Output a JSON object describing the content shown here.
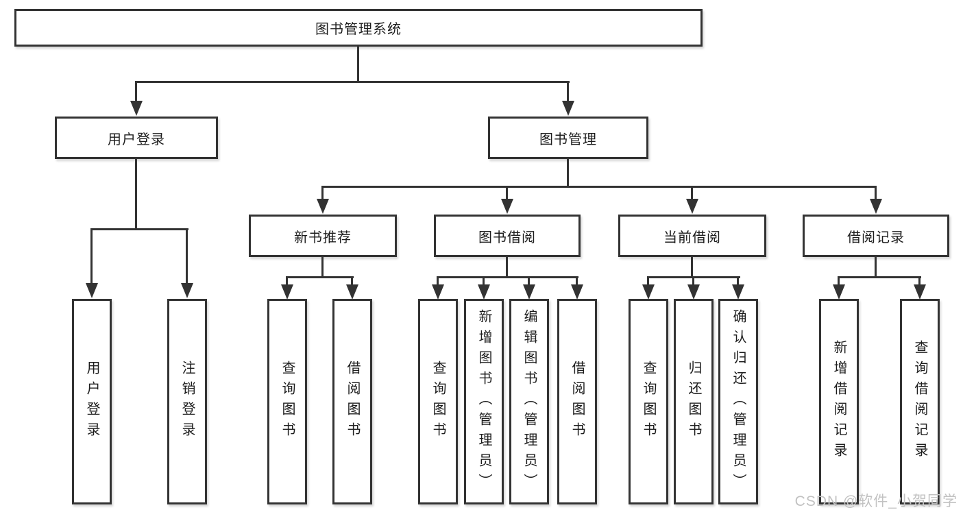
{
  "diagram": {
    "tree": {
      "label": "图书管理系统",
      "children": [
        {
          "label": "用户登录",
          "children": [
            {
              "label": "用户登录"
            },
            {
              "label": "注销登录"
            }
          ]
        },
        {
          "label": "图书管理",
          "children": [
            {
              "label": "新书推荐",
              "children": [
                {
                  "label": "查询图书"
                },
                {
                  "label": "借阅图书"
                }
              ]
            },
            {
              "label": "图书借阅",
              "children": [
                {
                  "label": "查询图书"
                },
                {
                  "label": "新增图书（管理员）"
                },
                {
                  "label": "编辑图书（管理员）"
                },
                {
                  "label": "借阅图书"
                }
              ]
            },
            {
              "label": "当前借阅",
              "children": [
                {
                  "label": "查询图书"
                },
                {
                  "label": "归还图书"
                },
                {
                  "label": "确认归还（管理员）"
                }
              ]
            },
            {
              "label": "借阅记录",
              "children": [
                {
                  "label": "新增借阅记录"
                },
                {
                  "label": "查询借阅记录"
                }
              ]
            }
          ]
        }
      ]
    },
    "watermark": "CSDN @软件_小贺同学",
    "colors": {
      "line": "#333333",
      "box_border": "#333333",
      "box_fill": "#ffffff",
      "text": "#1d1d1d",
      "watermark": "#c2c2c2"
    }
  }
}
